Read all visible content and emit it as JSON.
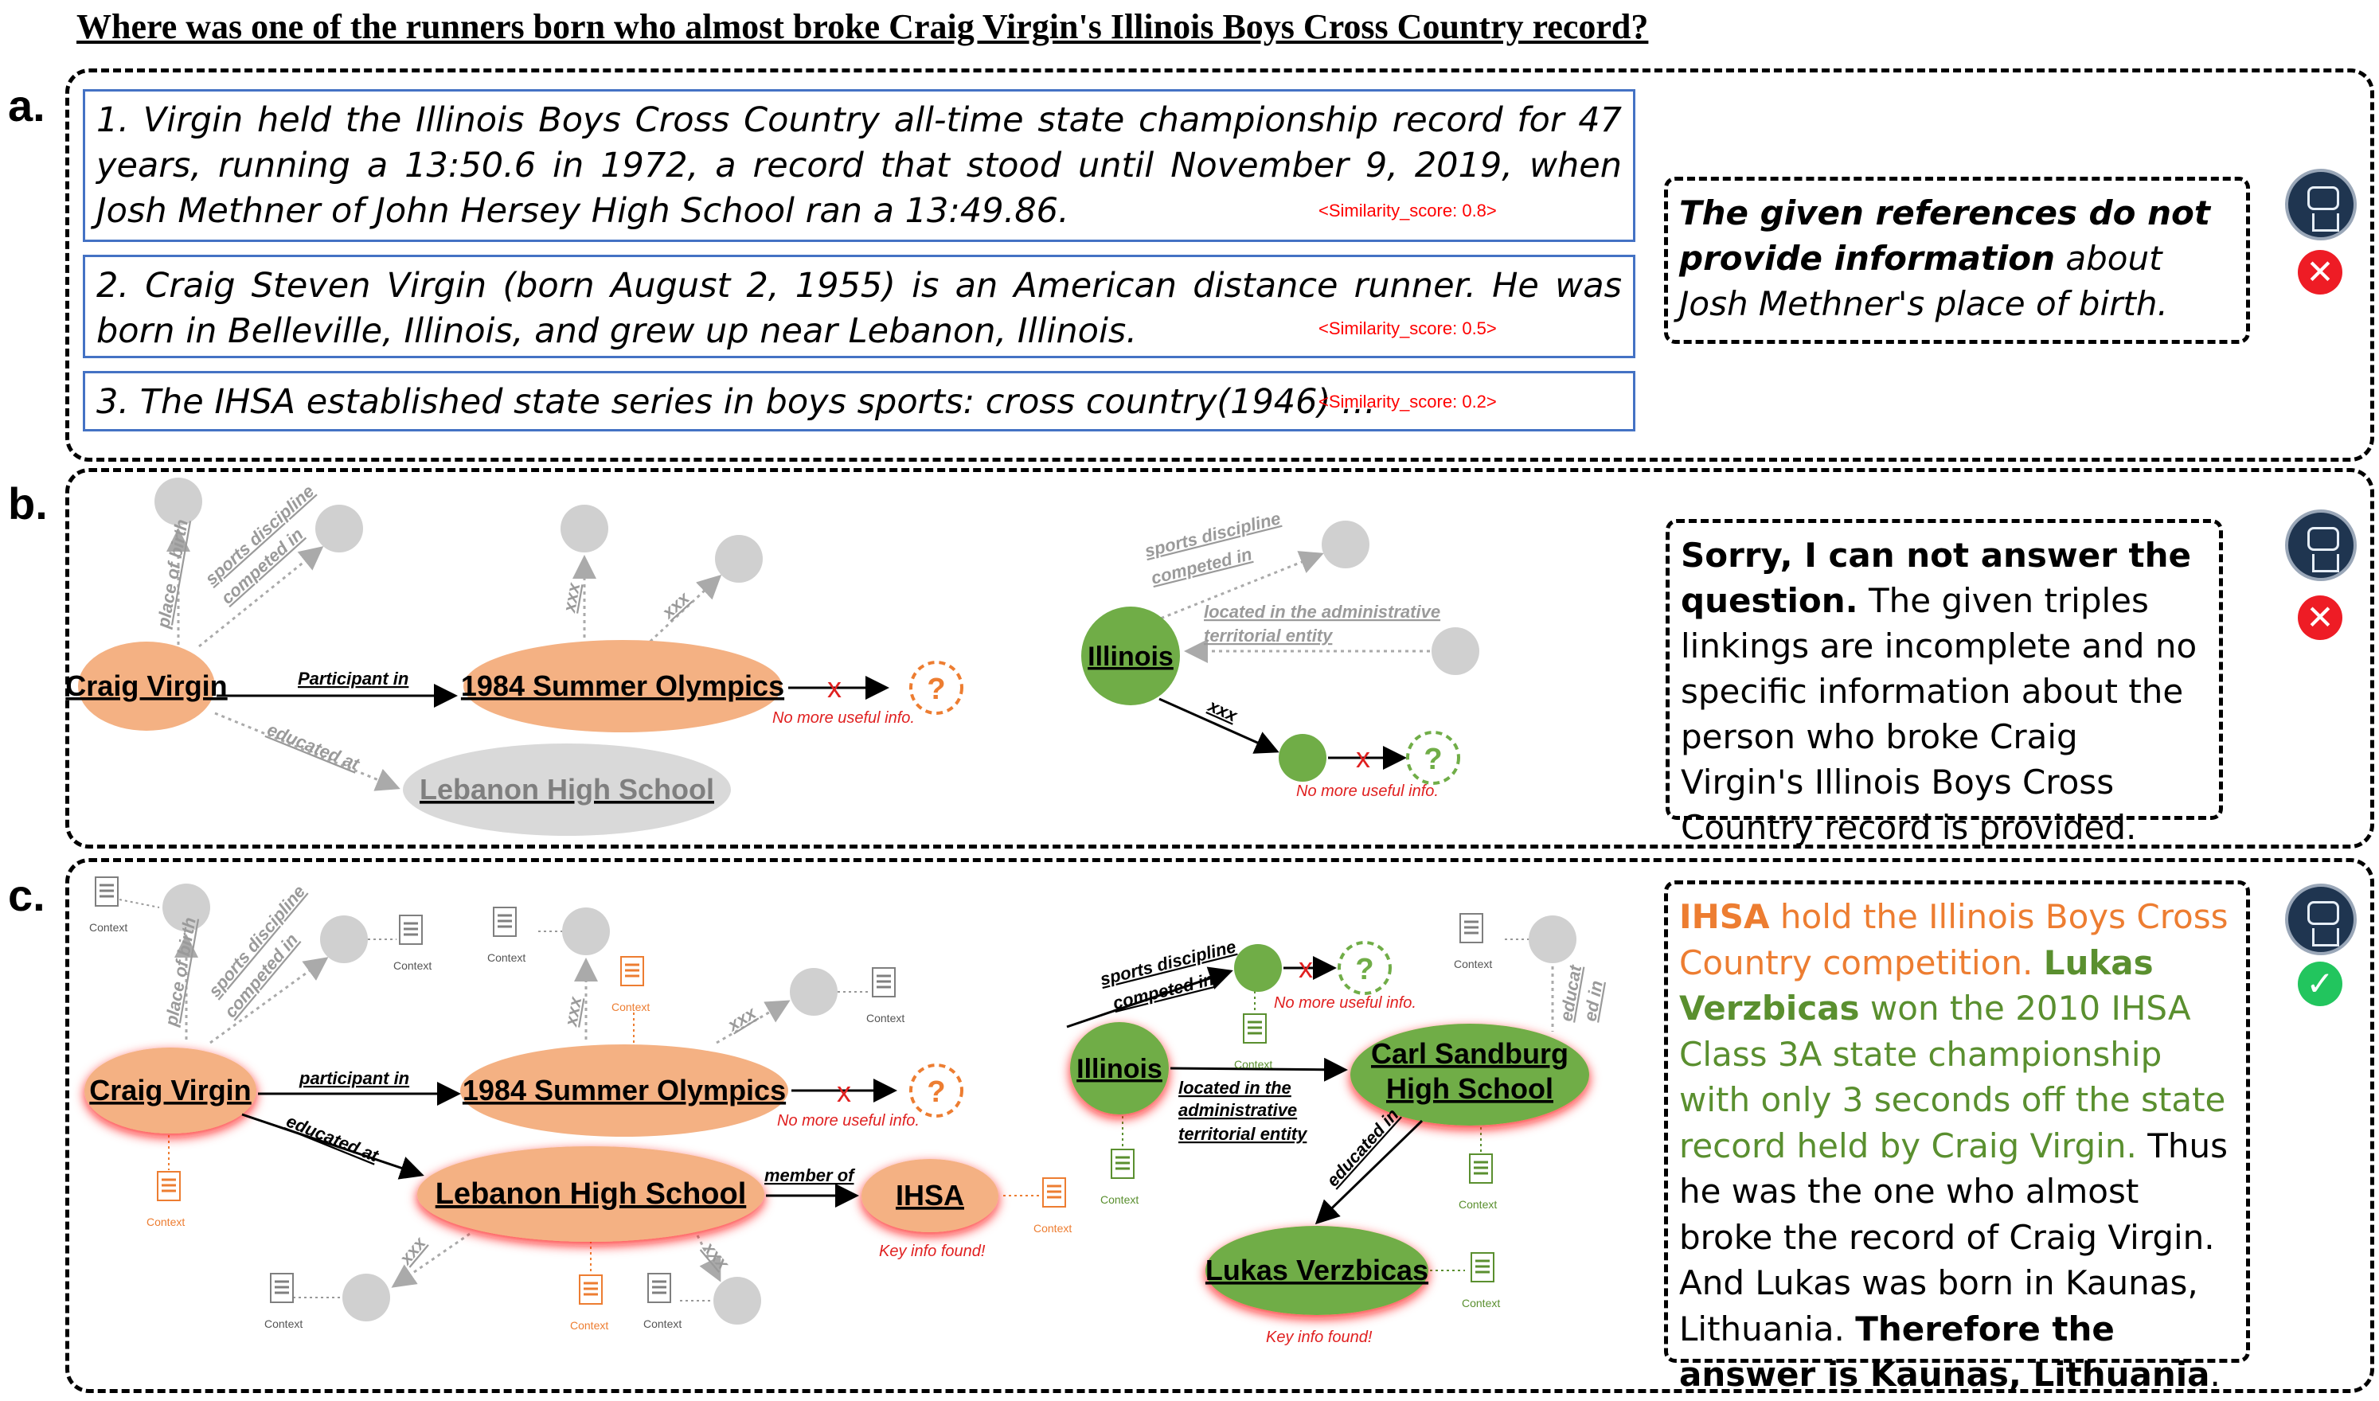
{
  "question": "Where was one of the runners born who almost broke Craig Virgin's Illinois Boys Cross Country record?",
  "panels": {
    "a": {
      "label": "a.",
      "references": [
        {
          "text": "1. Virgin held the Illinois Boys Cross Country all-time state championship record for 47 years, running a 13:50.6 in 1972, a record that stood until November 9, 2019, when Josh Methner of John Hersey High School ran a 13:49.86.",
          "score": "<Similarity_score: 0.8>"
        },
        {
          "text": "2. Craig Steven Virgin (born August 2, 1955) is an American distance runner. He was born in Belleville, Illinois, and grew up near Lebanon, Illinois.",
          "score": "<Similarity_score: 0.5>"
        },
        {
          "text": "3. The IHSA established state series in boys sports: cross country(1946) …",
          "score": "<Similarity_score: 0.2>"
        }
      ],
      "answer_bold": "The given references do not provide information",
      "answer_rest": " about Josh Methner's place of birth.",
      "status": "✕"
    },
    "b": {
      "label": "b.",
      "nodes": {
        "craig": "Craig Virgin",
        "olympics": "1984 Summer Olympics",
        "lebanon": "Lebanon High School",
        "illinois": "Illinois",
        "question_mark": "?"
      },
      "edges": {
        "place_of_birth": "place of birth",
        "sports_discipline": "sports discipline",
        "competed_in": "competed in",
        "participant_in": "Participant in",
        "educated_at": "educated at",
        "xxx": "xxx",
        "located_in_1": "located in the administrative",
        "located_in_2": "territorial entity"
      },
      "no_more": "No more useful info.",
      "x_mark": "x",
      "answer_bold": "Sorry, I can not answer the question.",
      "answer_rest": " The given triples linkings are incomplete and no specific information about the person who broke Craig Virgin's Illinois Boys Cross Country record is provided.",
      "status": "✕"
    },
    "c": {
      "label": "c.",
      "nodes": {
        "craig": "Craig Virgin",
        "olympics": "1984 Summer Olympics",
        "lebanon": "Lebanon High School",
        "ihsa": "IHSA",
        "illinois": "Illinois",
        "carl_1": "Carl Sandburg",
        "carl_2": "High School",
        "lukas": "Lukas Verzbicas",
        "question_mark": "?"
      },
      "edges": {
        "place_of_birth": "place of birth",
        "sports_discipline": "sports discipline",
        "competed_in": "competed in",
        "participant_in": "participant in",
        "educated_at": "educated at",
        "member_of": "member of",
        "xxx": "xxx",
        "located_1": "located in the",
        "located_2": "administrative",
        "located_3": "territorial entity",
        "educated_in": "educated in",
        "educat": "educat",
        "ed_in": "ed in"
      },
      "context": "Context",
      "no_more": "No more useful info.",
      "key_info": "Key info found!",
      "x_mark": "x",
      "answer": {
        "s1": "IHSA",
        "s2": " hold the Illinois Boys Cross Country competition. ",
        "s3": "Lukas Verzbicas",
        "s4": " won the 2010 IHSA Class 3A state championship with only 3 seconds off the state record held by Craig Virgin. ",
        "s5": " Thus he was the one who almost broke the record of Craig Virgin. And Lukas was born in Kaunas, Lithuania. ",
        "s6": "Therefore the answer is Kaunas, Lithuania",
        "s7": "."
      },
      "status": "✓"
    }
  },
  "colors": {
    "orange": "#ed7d31",
    "peach": "#f4b183",
    "green": "#70ad47",
    "gray": "#d0d0d0",
    "red": "#ff0000",
    "ref_border": "#4472c4"
  }
}
